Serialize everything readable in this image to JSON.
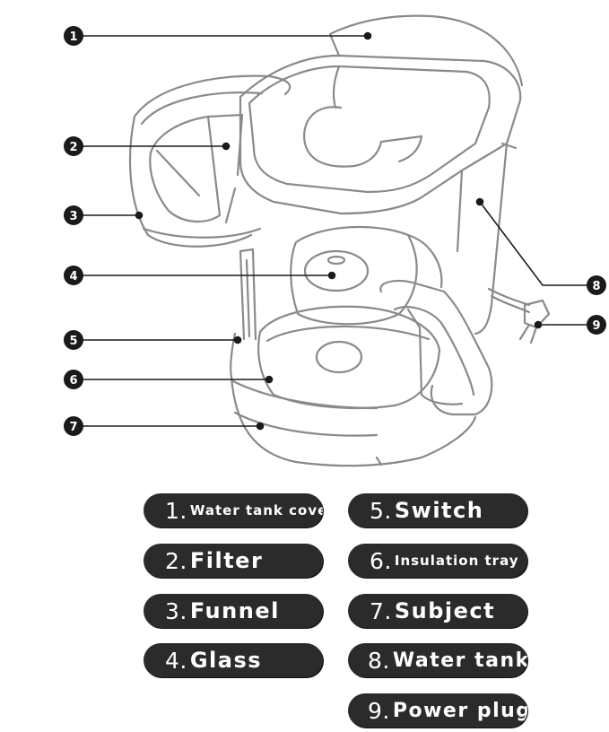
{
  "markers": [
    "1",
    "2",
    "3",
    "4",
    "5",
    "6",
    "7",
    "8",
    "9"
  ],
  "labels": [
    {
      "num": "1.",
      "text": "Water tank cover"
    },
    {
      "num": "2.",
      "text": "Filter"
    },
    {
      "num": "3.",
      "text": "Funnel"
    },
    {
      "num": "4.",
      "text": "Glass"
    },
    {
      "num": "5.",
      "text": "Switch"
    },
    {
      "num": "6.",
      "text": "Insulation tray"
    },
    {
      "num": "7.",
      "text": "Subject"
    },
    {
      "num": "8.",
      "text": "Water tank"
    },
    {
      "num": "9.",
      "text": "Power plug"
    }
  ],
  "colors": {
    "pill": "#2b2b2b",
    "pill_text": "#ffffff",
    "line": "#1a1a1a",
    "outline": "#8a8a8a"
  }
}
